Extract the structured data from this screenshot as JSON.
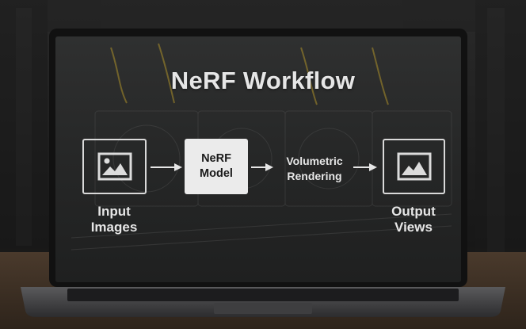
{
  "diagram": {
    "title": "NeRF Workflow",
    "input_node": {
      "label_line1": "Input",
      "label_line2": "Images",
      "icon": "image-icon"
    },
    "model_node": {
      "label_line1": "NeRF",
      "label_line2": "Model"
    },
    "rendering_step": {
      "label_line1": "Volumetric",
      "label_line2": "Rendering"
    },
    "output_node": {
      "label_line1": "Output",
      "label_line2": "Views",
      "icon": "image-icon"
    }
  },
  "colors": {
    "foreground": "#e6e6e6",
    "model_box_fill": "#ebebeb",
    "model_text": "#1a1a1a"
  }
}
